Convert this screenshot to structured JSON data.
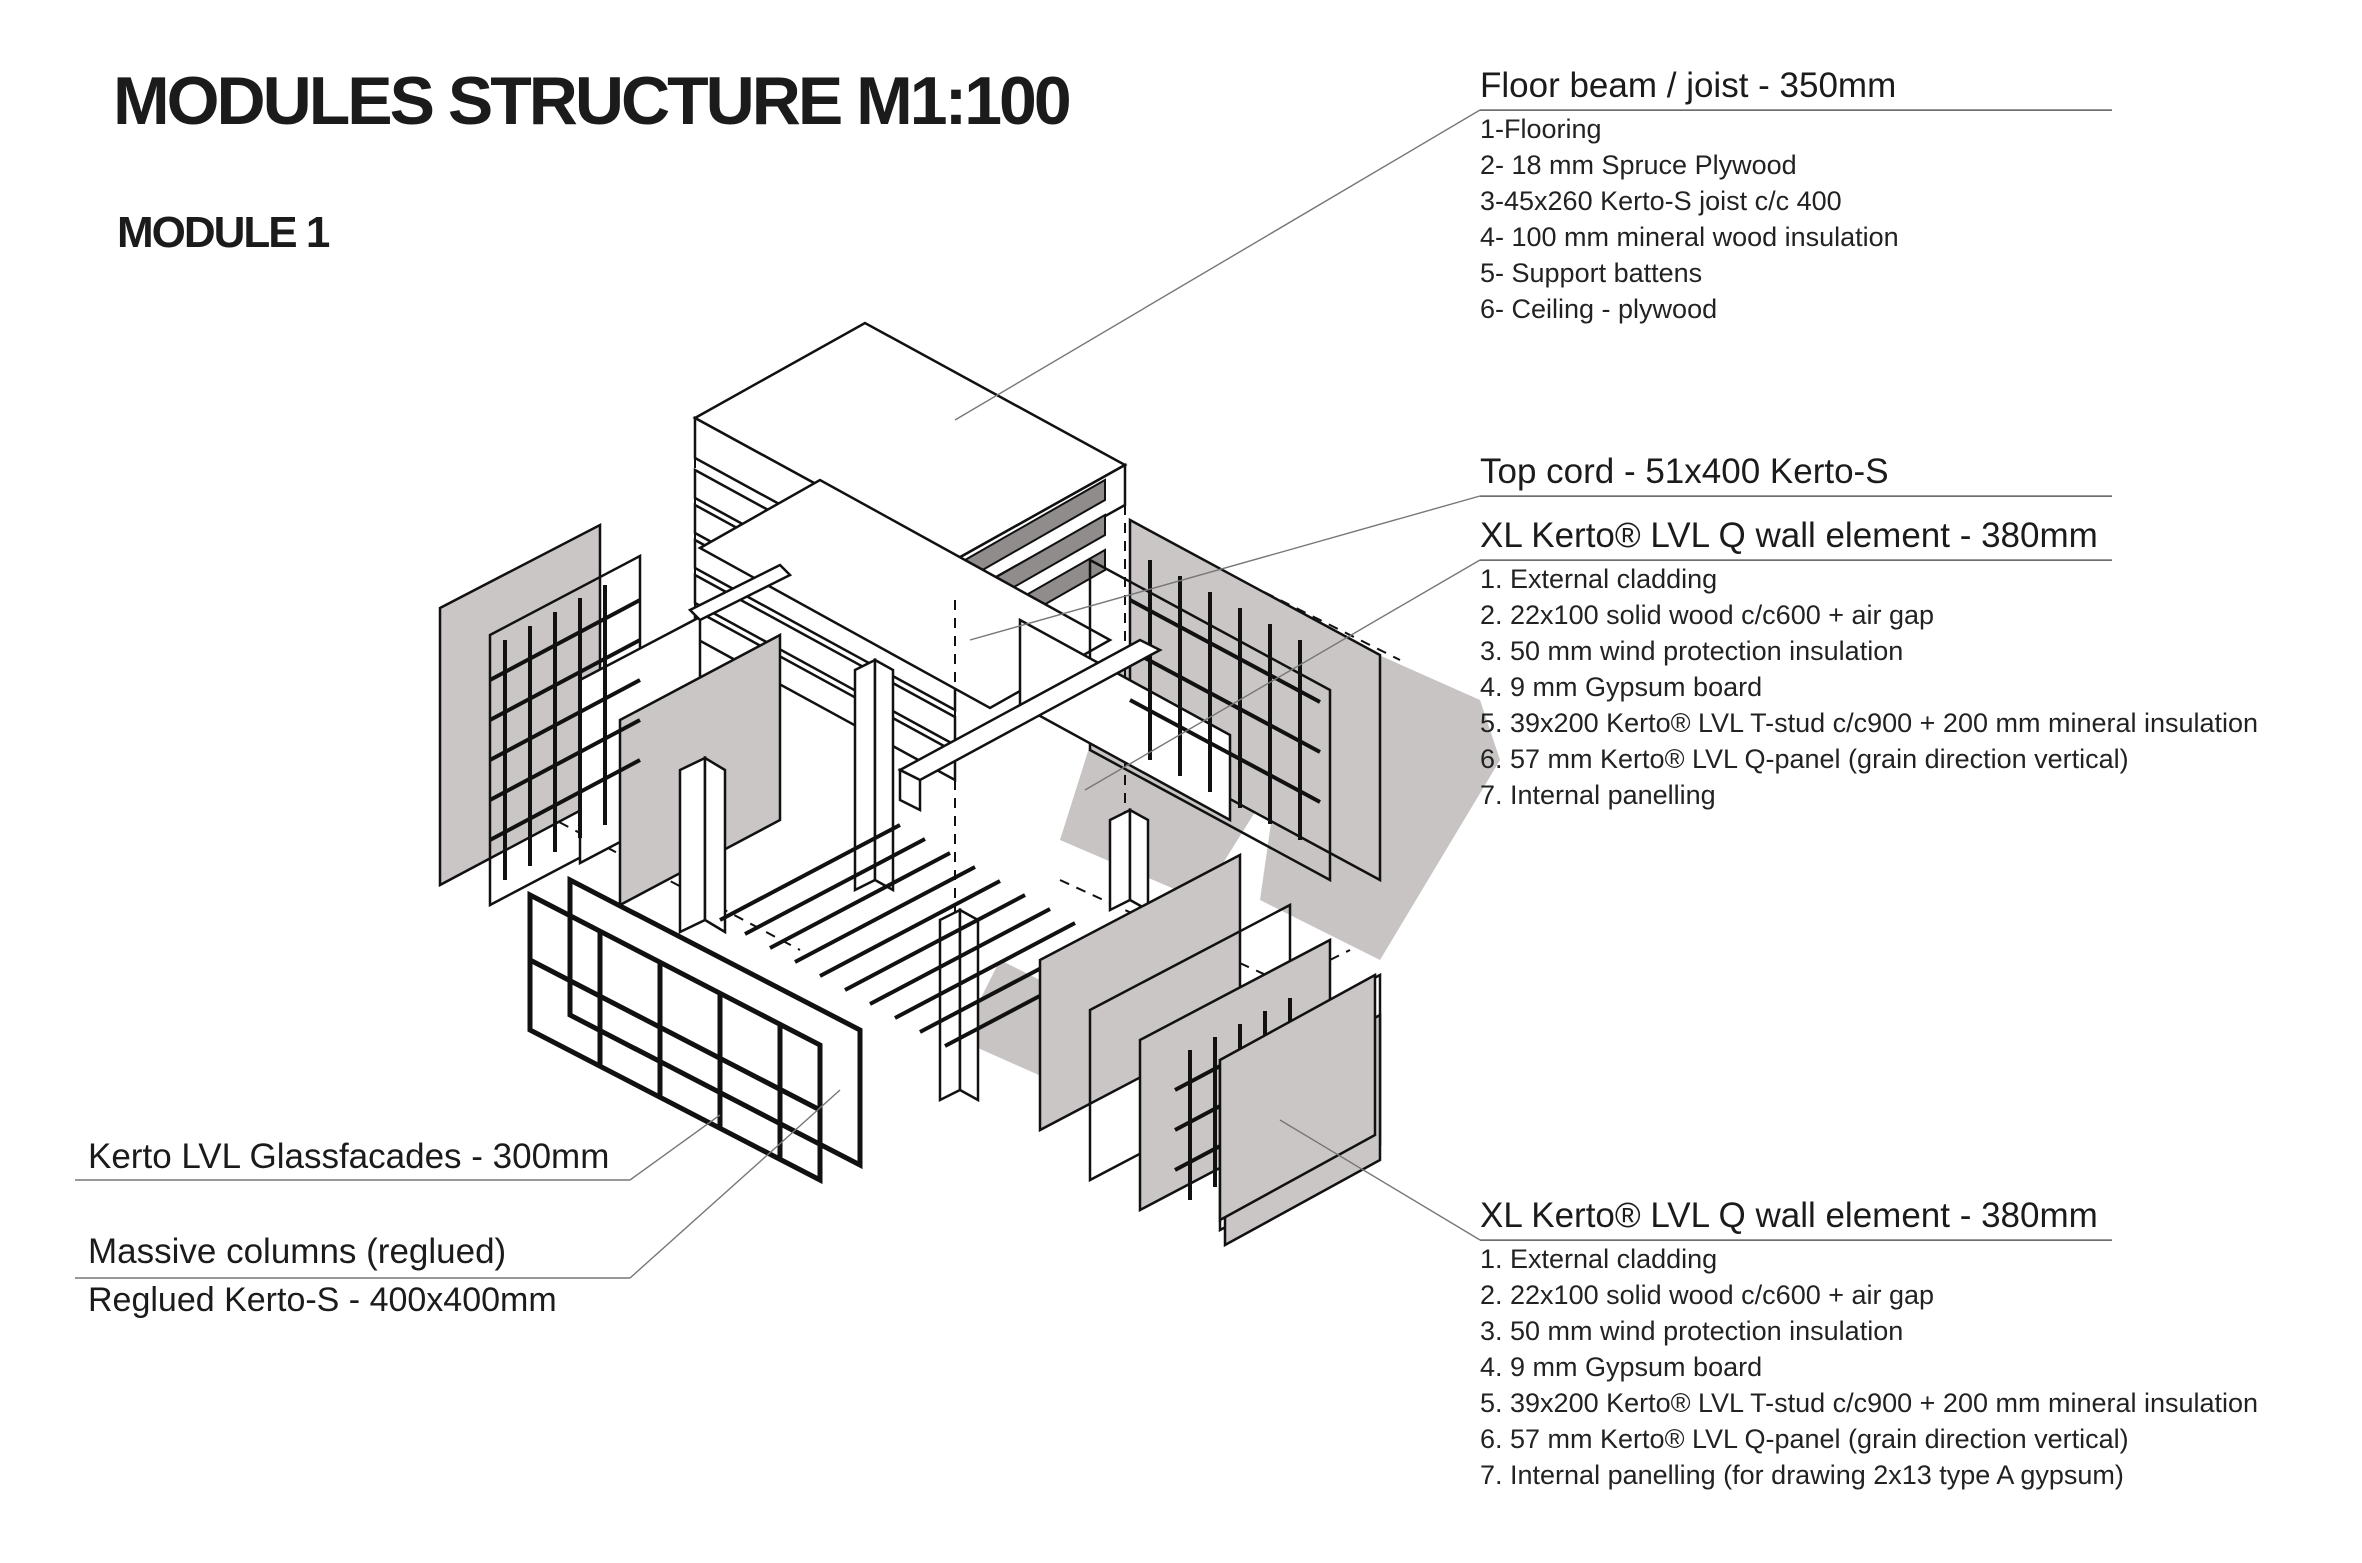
{
  "header": {
    "title": "MODULES STRUCTURE M1:100",
    "subtitle": "MODULE 1"
  },
  "labels": {
    "floor_beam": {
      "heading": "Floor beam / joist - 350mm",
      "items": [
        "1-Flooring",
        "2- 18 mm Spruce Plywood",
        "3-45x260 Kerto-S joist c/c 400",
        "4- 100 mm mineral wood insulation",
        "5- Support battens",
        "6- Ceiling - plywood"
      ]
    },
    "top_cord": {
      "heading": "Top cord - 51x400 Kerto-S"
    },
    "wall_element_upper": {
      "heading": "XL Kerto® LVL Q wall element - 380mm",
      "items": [
        "1. External cladding",
        "2. 22x100 solid wood c/c600 + air gap",
        "3. 50 mm wind protection insulation",
        "4. 9 mm Gypsum board",
        "5. 39x200 Kerto® LVL T-stud c/c900 + 200 mm mineral insulation",
        "6. 57 mm Kerto® LVL Q-panel (grain direction vertical)",
        "7. Internal panelling"
      ]
    },
    "wall_element_lower": {
      "heading": "XL Kerto® LVL Q wall element - 380mm",
      "items": [
        "1. External cladding",
        "2. 22x100 solid wood c/c600 + air gap",
        "3. 50 mm wind protection insulation",
        "4. 9 mm Gypsum board",
        "5. 39x200 Kerto® LVL T-stud c/c900 + 200 mm mineral insulation",
        "6. 57 mm Kerto® LVL Q-panel (grain direction vertical)",
        "7. Internal panelling (for drawing 2x13 type A gypsum)"
      ]
    },
    "glassfacades": {
      "heading": "Kerto LVL Glassfacades - 300mm"
    },
    "columns": {
      "heading": "Massive columns (reglued)",
      "sub": "Reglued Kerto-S - 400x400mm"
    }
  },
  "colors": {
    "ink": "#1b1b1b",
    "panel_grey": "#c9c6c5",
    "shadow_grey": "#b9b6b5",
    "leader_line": "#777777"
  }
}
